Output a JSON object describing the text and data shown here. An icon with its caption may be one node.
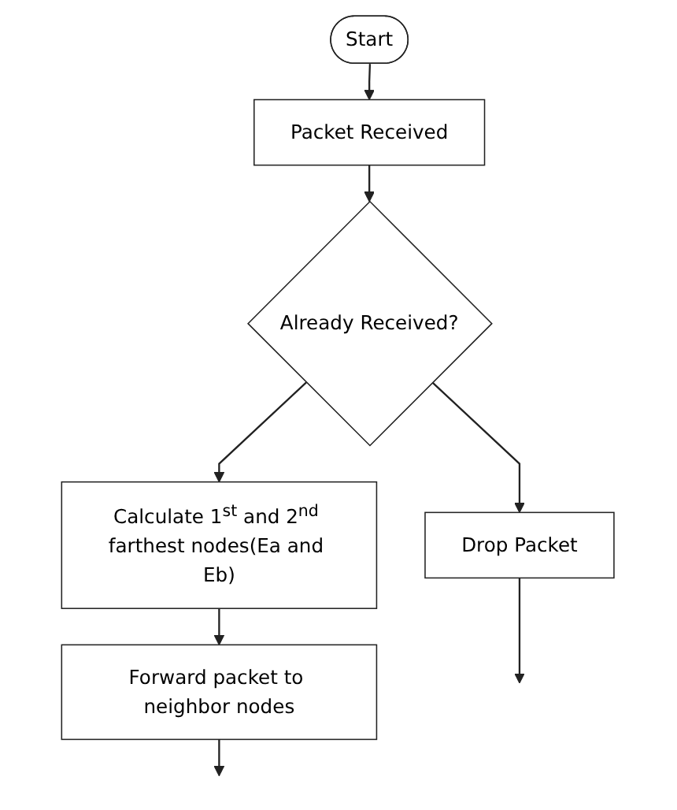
{
  "diagram": {
    "nodes": [
      {
        "text": [
          "Start"
        ]
      },
      {
        "text": [
          "Packet Received"
        ]
      },
      {
        "text": [
          "Already Received?"
        ]
      },
      {
        "text": [
          "Drop Packet"
        ]
      },
      {
        "text": [
          "Calculate 1$^{st}$ and 2$^{nd}$ farthest nodes(Ea and Eb)"
        ]
      },
      {
        "text": [
          "Forward packet to neighbor nodes"
        ]
      }
    ],
    "edges": [
      {
        "from": 0,
        "to": 1,
        "arrow": "to"
      },
      {
        "from": 1,
        "to": 2,
        "arrow": "to"
      },
      {
        "from": 2,
        "to": 3,
        "arrow": "to"
      },
      {
        "from": 2,
        "to": 4,
        "arrow": "to"
      },
      {
        "from": 4,
        "to": 5,
        "arrow": "to"
      },
      {
        "from": 5,
        "to": null,
        "arrow": "to"
      },
      {
        "from": 3,
        "to": null,
        "arrow": "to"
      }
    ]
  }
}
